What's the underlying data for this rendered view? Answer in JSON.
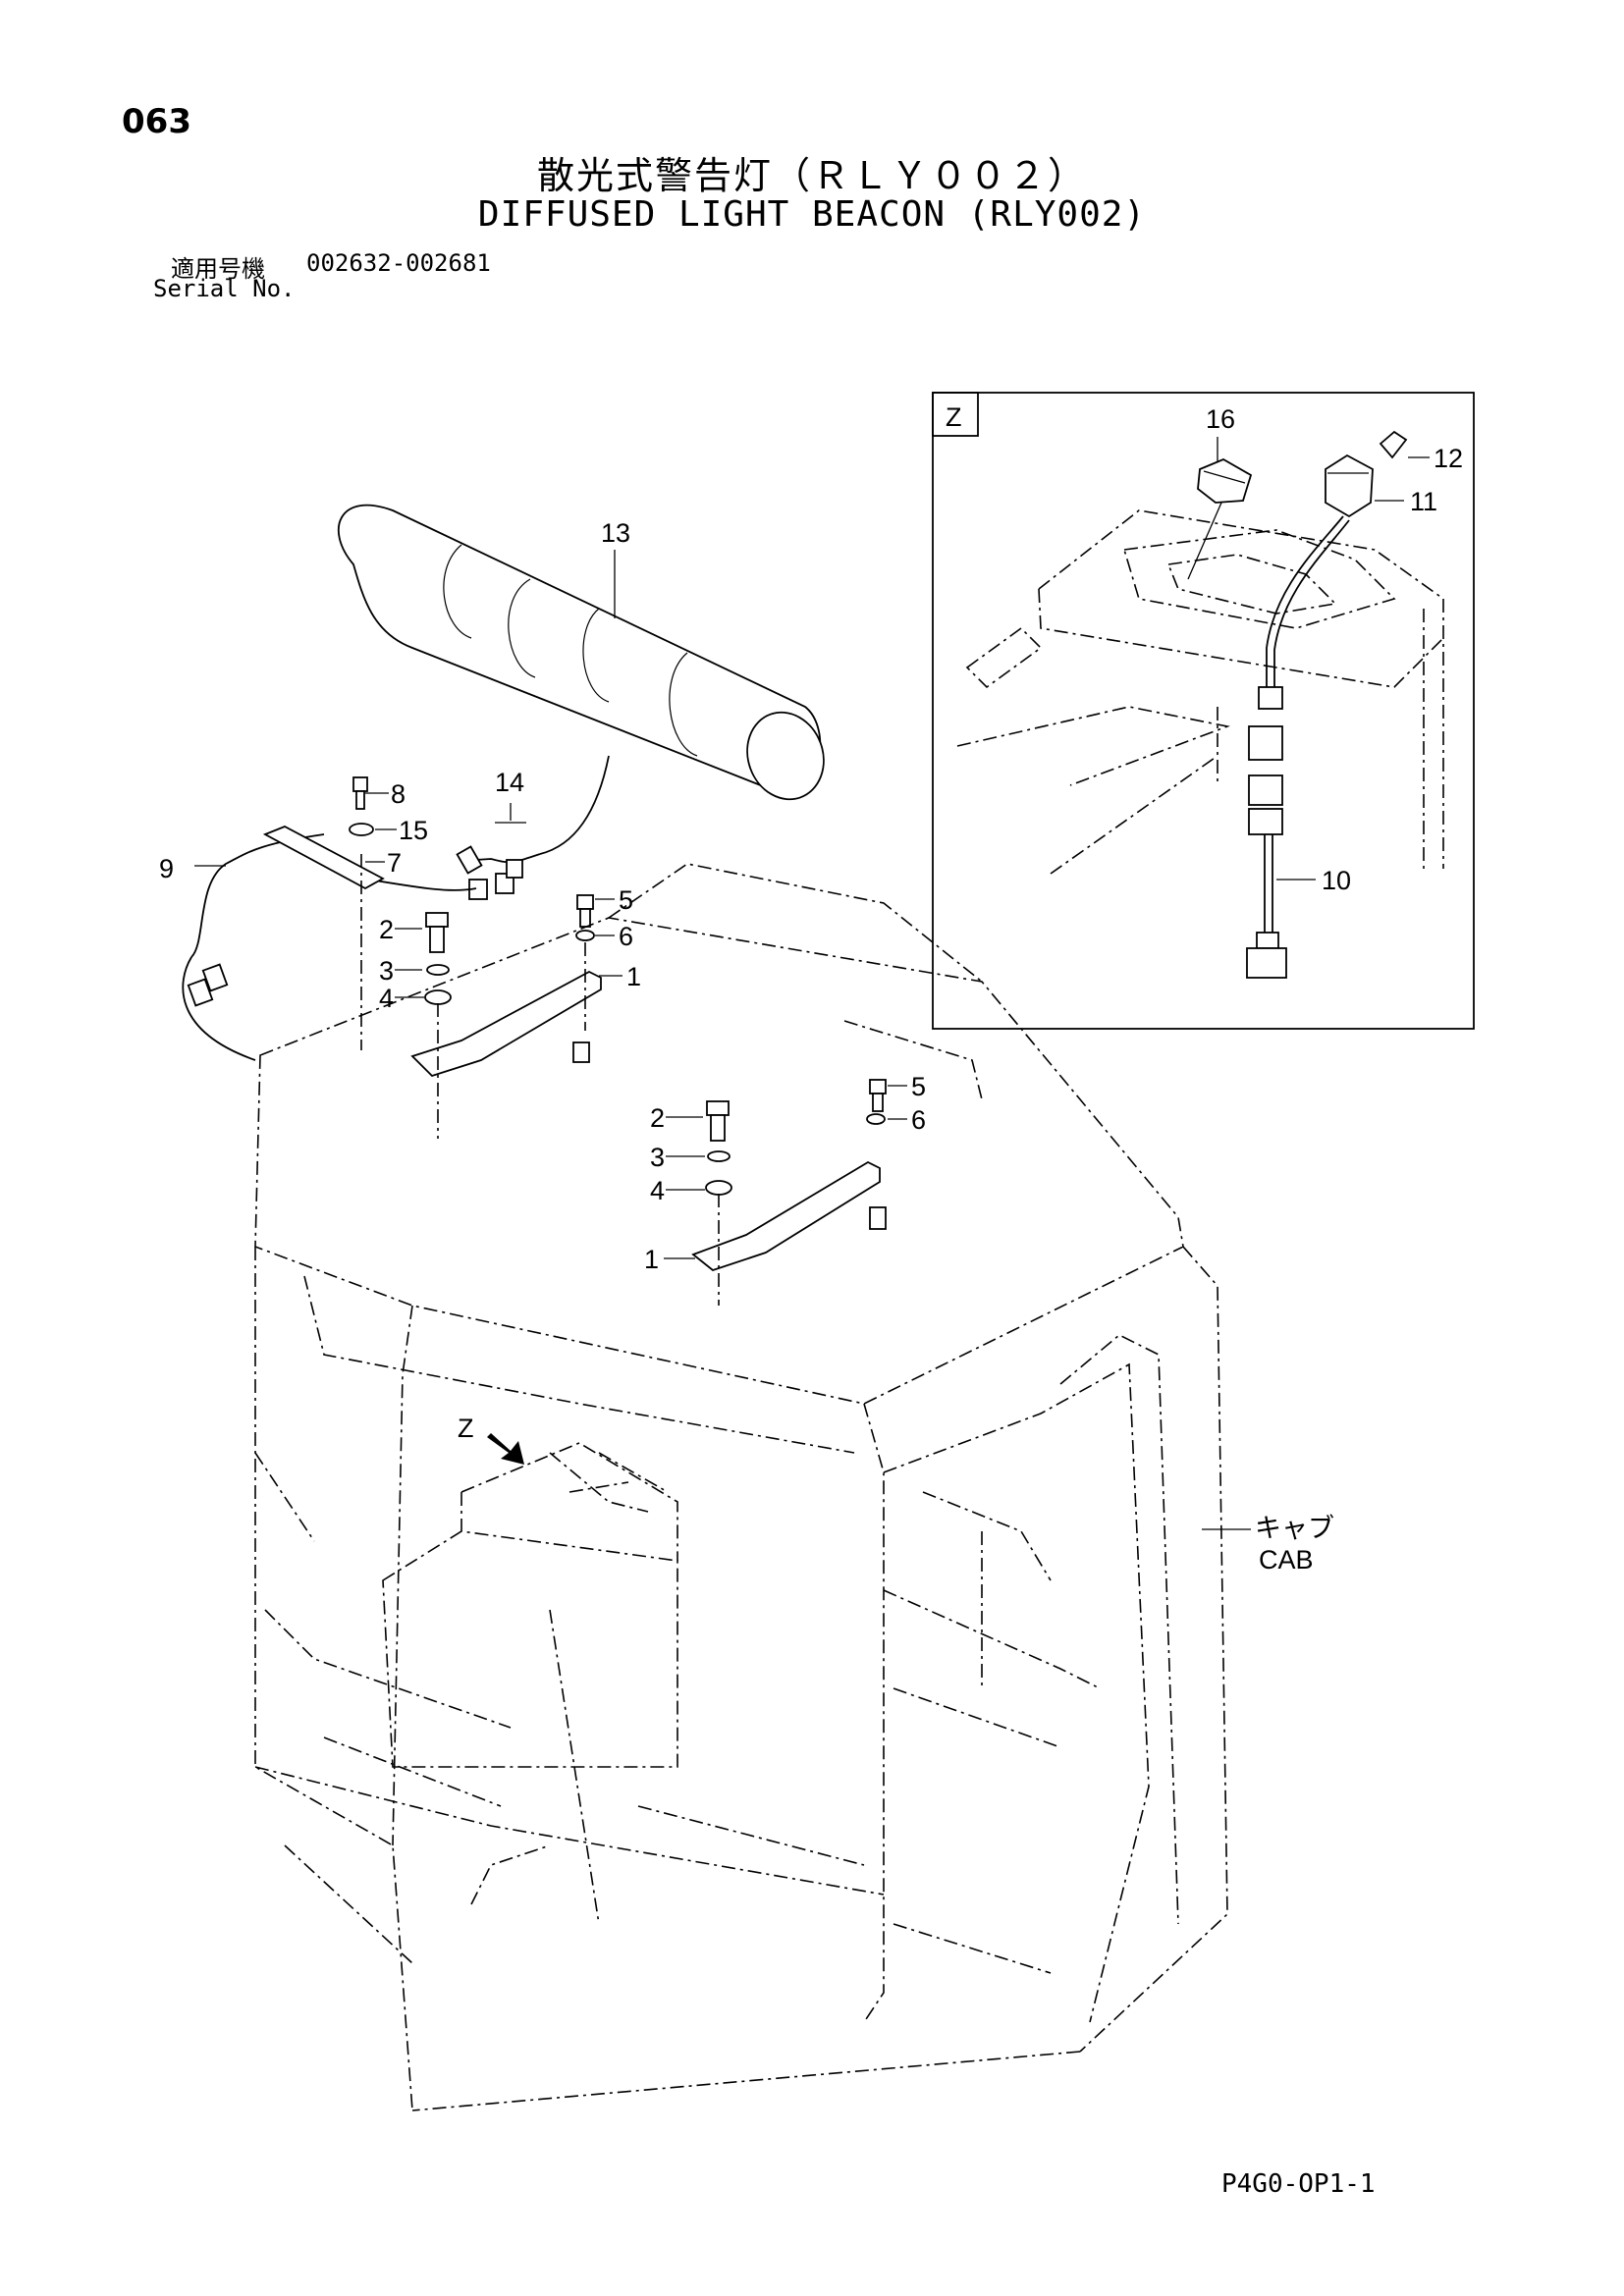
{
  "header": {
    "page_number": "063",
    "title_jp": "散光式警告灯（ＲＬＹ００２）",
    "title_en": "DIFFUSED LIGHT BEACON (RLY002)",
    "serial_label_jp": "適用号機",
    "serial_range": "002632-002681",
    "serial_label_en": "Serial No."
  },
  "detail_view": {
    "label": "Z"
  },
  "view_arrow_label": "Z",
  "cab_label": {
    "jp": "キャブ",
    "en": "CAB"
  },
  "callouts": {
    "p1a": "1",
    "p2a": "2",
    "p3a": "3",
    "p4a": "4",
    "p5a": "5",
    "p6a": "6",
    "p7": "7",
    "p8": "8",
    "p9": "9",
    "p1b": "1",
    "p2b": "2",
    "p3b": "3",
    "p4b": "4",
    "p5b": "5",
    "p6b": "6",
    "p10": "10",
    "p11": "11",
    "p12": "12",
    "p13": "13",
    "p14": "14",
    "p15": "15",
    "p16": "16"
  },
  "footer": {
    "page_code": "P4G0-OP1-1"
  }
}
